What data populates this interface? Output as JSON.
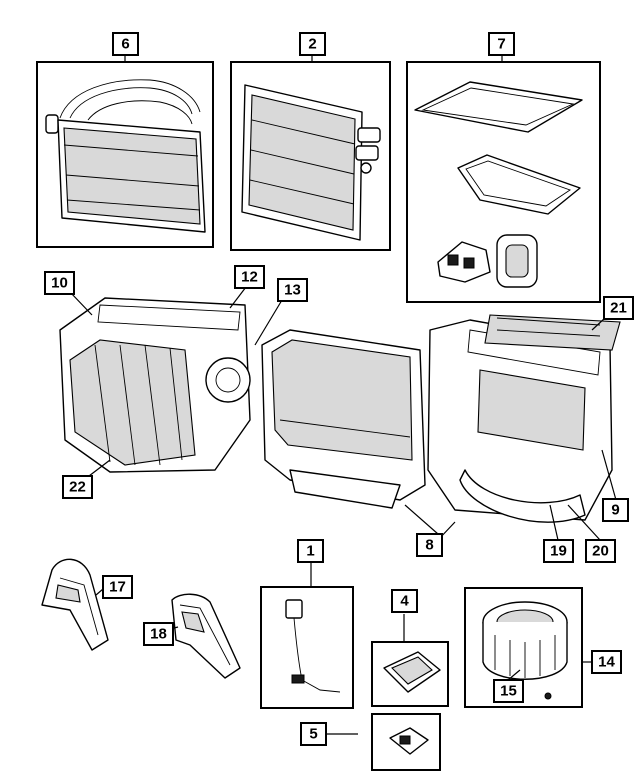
{
  "callouts": {
    "c1": "1",
    "c2": "2",
    "c4": "4",
    "c5": "5",
    "c6": "6",
    "c7": "7",
    "c8": "8",
    "c9": "9",
    "c10": "10",
    "c12": "12",
    "c13": "13",
    "c14": "14",
    "c15": "15",
    "c17": "17",
    "c18": "18",
    "c19": "19",
    "c20": "20",
    "c21": "21",
    "c22": "22"
  },
  "colors": {
    "line": "#000000",
    "background": "#ffffff",
    "shade": "#d9d9d9"
  }
}
